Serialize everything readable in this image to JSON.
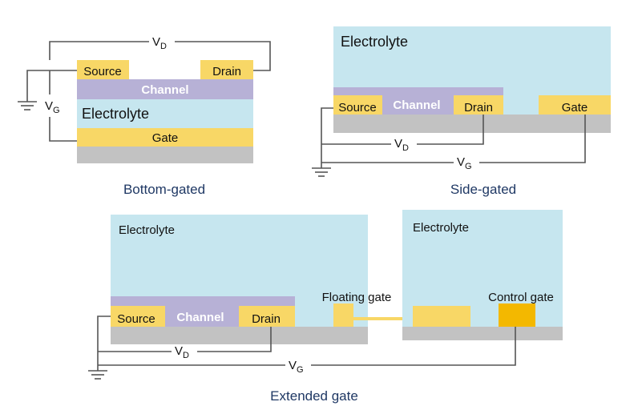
{
  "colors": {
    "electrolyte": "#c6e6ef",
    "channel": "#b7b1d6",
    "contact": "#f8d766",
    "control_gate": "#f3b800",
    "substrate": "#c2c2c2",
    "wire": "#555555",
    "caption": "#1f3864"
  },
  "bottom_gated": {
    "caption": "Bottom-gated",
    "source": "Source",
    "drain": "Drain",
    "channel": "Channel",
    "electrolyte": "Electrolyte",
    "gate": "Gate",
    "vd": "V",
    "vd_sub": "D",
    "vg": "V",
    "vg_sub": "G"
  },
  "side_gated": {
    "caption": "Side-gated",
    "electrolyte": "Electrolyte",
    "source": "Source",
    "channel": "Channel",
    "drain": "Drain",
    "gate": "Gate",
    "vd": "V",
    "vd_sub": "D",
    "vg": "V",
    "vg_sub": "G"
  },
  "extended_gate": {
    "caption": "Extended gate",
    "electrolyte_left": "Electrolyte",
    "electrolyte_right": "Electrolyte",
    "source": "Source",
    "channel": "Channel",
    "drain": "Drain",
    "floating_gate": "Floating gate",
    "control_gate": "Control gate",
    "vd": "V",
    "vd_sub": "D",
    "vg": "V",
    "vg_sub": "G"
  }
}
